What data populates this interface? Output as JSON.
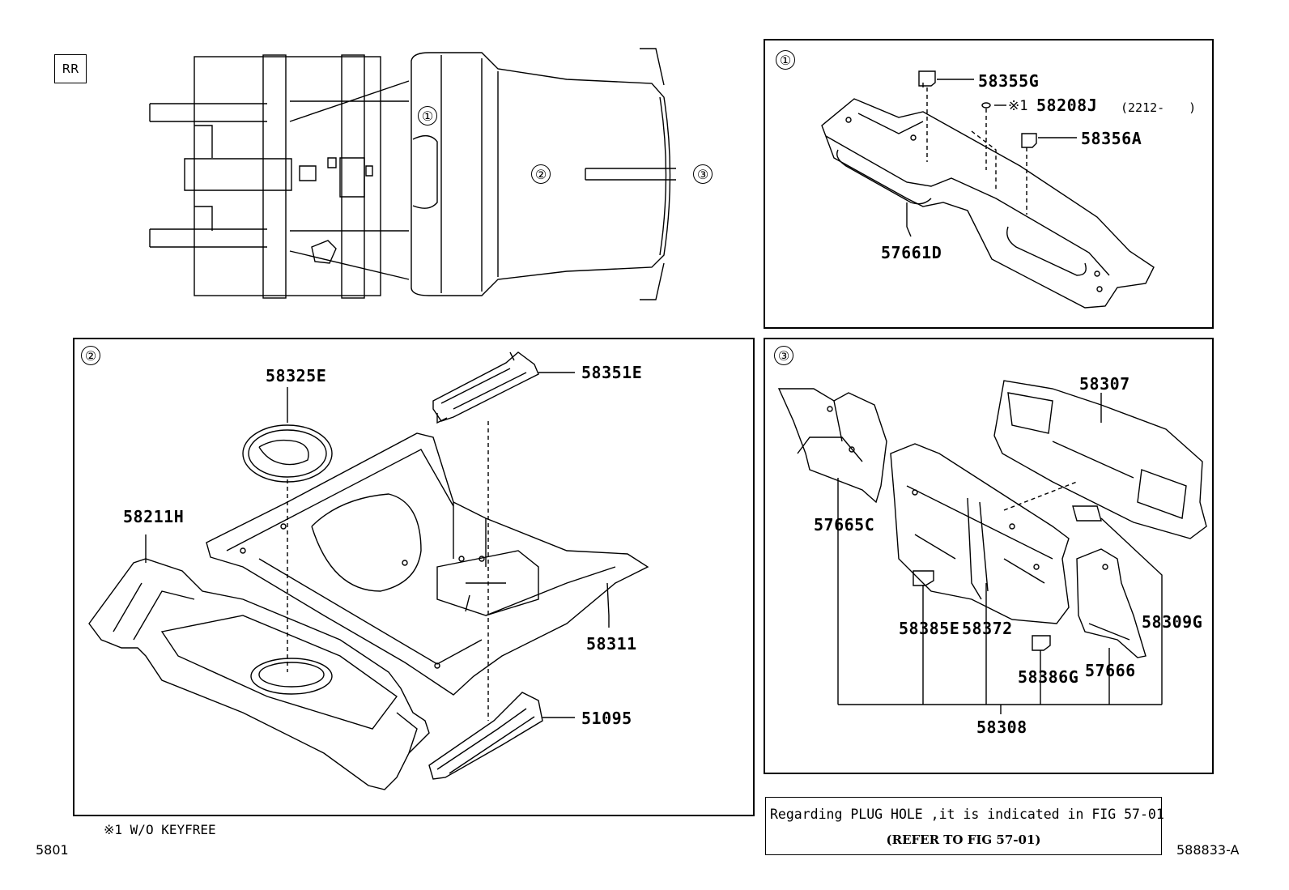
{
  "header": {
    "rr_label": "RR"
  },
  "overview": {
    "marker1": "①",
    "marker2": "②",
    "marker3": "③"
  },
  "panel1": {
    "marker": "①",
    "parts": {
      "p58355G": "58355G",
      "p58208J_note": "※1",
      "p58208J": "58208J",
      "p58208J_date": "(2212-　　)",
      "p58356A": "58356A",
      "p57661D": "57661D"
    }
  },
  "panel2": {
    "marker": "②",
    "parts": {
      "p58325E": "58325E",
      "p58351E": "58351E",
      "p58211H": "58211H",
      "p58311": "58311",
      "p51095": "51095"
    }
  },
  "panel3": {
    "marker": "③",
    "parts": {
      "p58307": "58307",
      "p57665C": "57665C",
      "p58309G": "58309G",
      "p58385E": "58385E",
      "p58372": "58372",
      "p58386G": "58386G",
      "p57666": "57666",
      "p58308": "58308"
    }
  },
  "footnote": {
    "keyfree": "※1 W/O KEYFREE"
  },
  "page": {
    "left_code": "5801",
    "right_code": "588833-A"
  },
  "note_box": {
    "line1": "Regarding PLUG HOLE ,it is indicated in FIG 57-01",
    "line2": "(REFER TO FIG 57-01)"
  }
}
